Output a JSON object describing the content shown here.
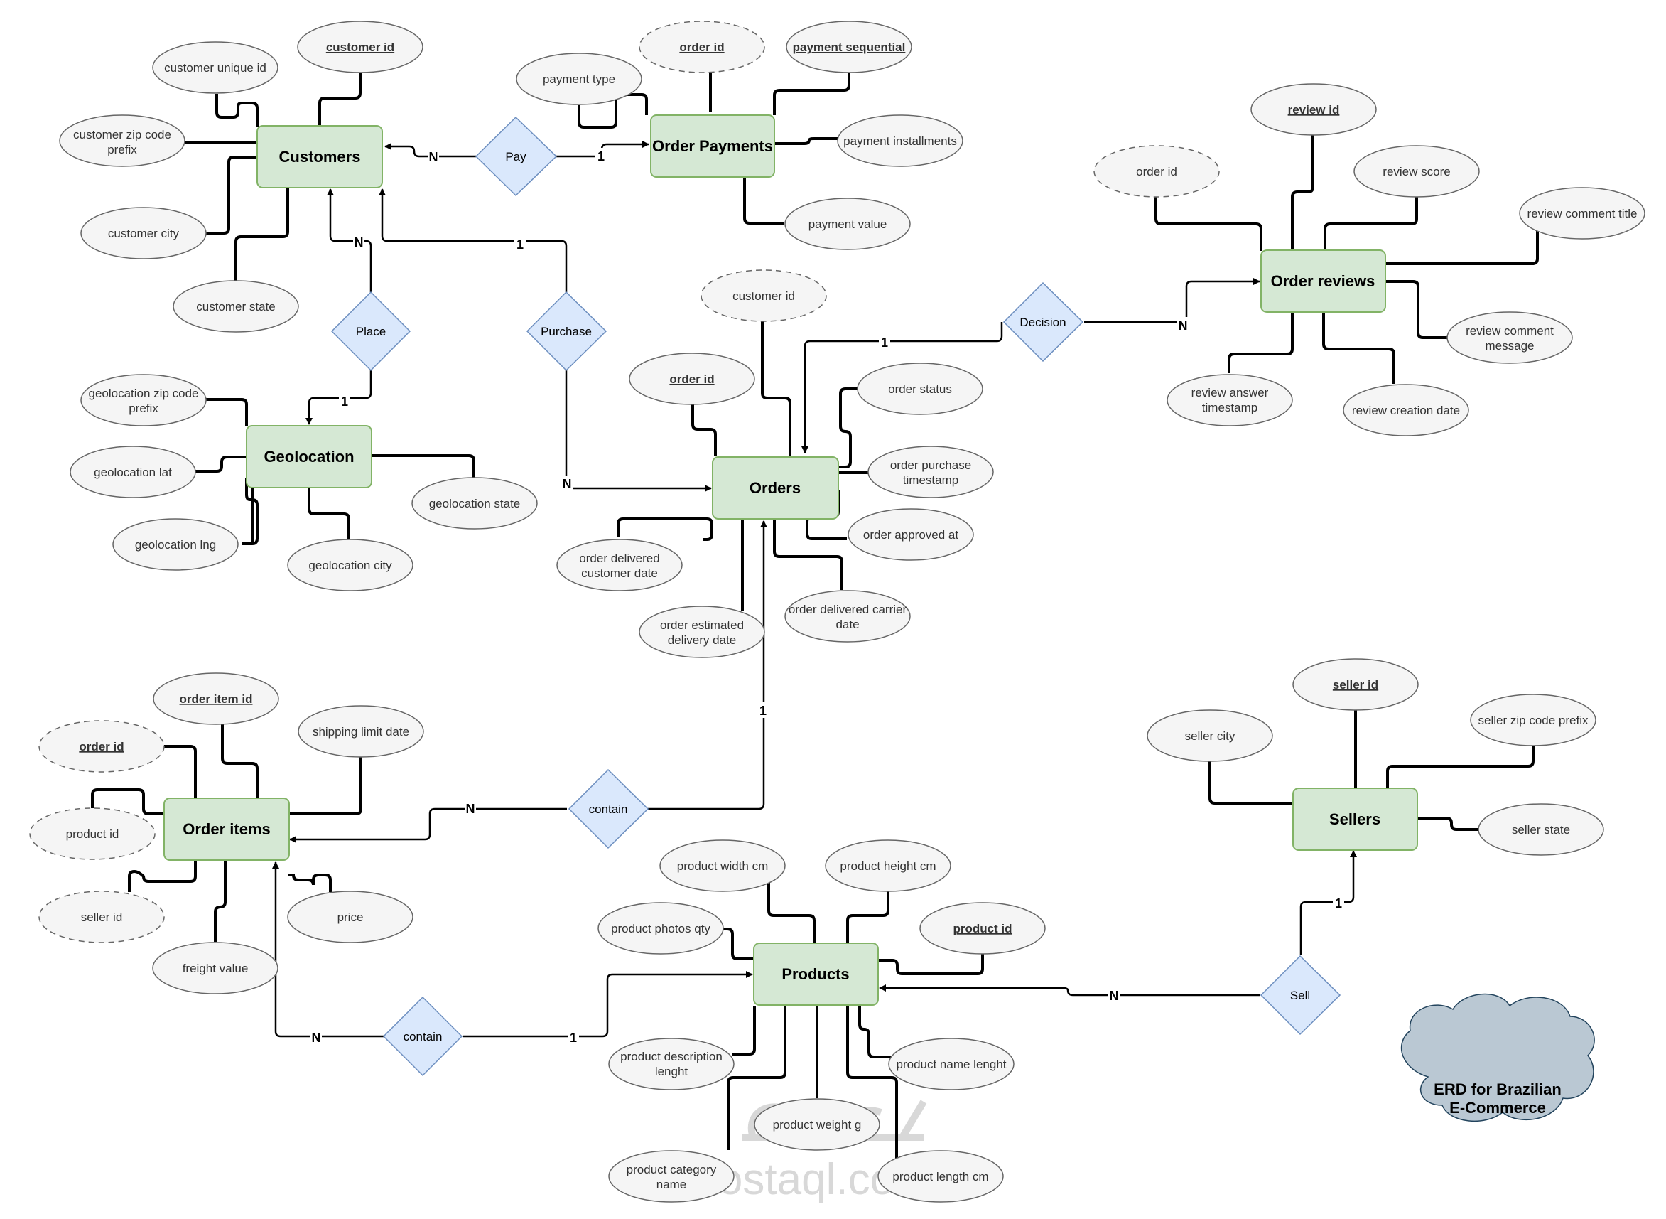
{
  "entities": {
    "customers": "Customers",
    "order_payments": "Order Payments",
    "order_reviews": "Order reviews",
    "geolocation": "Geolocation",
    "orders": "Orders",
    "order_items": "Order items",
    "sellers": "Sellers",
    "products": "Products"
  },
  "relationships": {
    "pay": "Pay",
    "place": "Place",
    "purchase": "Purchase",
    "decision": "Decision",
    "contain_orders": "contain",
    "contain_products": "contain",
    "sell": "Sell"
  },
  "attributes": {
    "customer_id": "customer id",
    "customer_unique_id": "customer unique id",
    "customer_zip_code_prefix": [
      "customer zip code",
      "prefix"
    ],
    "customer_city": "customer city",
    "customer_state": "customer state",
    "pay_order_id": "order id",
    "payment_sequential": "payment sequential",
    "payment_type": "payment type",
    "payment_installments": "payment installments",
    "payment_value": "payment value",
    "review_id": "review id",
    "review_order_id": "order id",
    "review_score": "review score",
    "review_comment_title": "review comment title",
    "review_comment_message": [
      "review comment",
      "message"
    ],
    "review_answer_timestamp": [
      "review answer",
      "timestamp"
    ],
    "review_creation_date": "review creation date",
    "geolocation_zip_code_prefix": [
      "geolocation zip code",
      "prefix"
    ],
    "geolocation_lat": "geolocation lat",
    "geolocation_lng": "geolocation lng",
    "geolocation_city": "geolocation city",
    "geolocation_state": "geolocation state",
    "orders_customer_id": "customer id",
    "order_id": "order id",
    "order_status": "order status",
    "order_purchase_timestamp": [
      "order purchase",
      "timestamp"
    ],
    "order_approved_at": "order approved at",
    "order_delivered_carrier_date": [
      "order delivered carrier",
      "date"
    ],
    "order_estimated_delivery_date": [
      "order estimated",
      "delivery date"
    ],
    "order_delivered_customer_date": [
      "order delivered",
      "customer date"
    ],
    "order_item_id": "order item id",
    "items_order_id": "order id",
    "shipping_limit_date": "shipping limit date",
    "items_product_id": "product id",
    "items_seller_id": "seller id",
    "price": "price",
    "freight_value": "freight value",
    "seller_id": "seller id",
    "seller_city": "seller city",
    "seller_zip_code_prefix": "seller zip code prefix",
    "seller_state": "seller state",
    "product_width_cm": "product width cm",
    "product_height_cm": "product height cm",
    "product_id": "product id",
    "product_photos_qty": "product photos qty",
    "product_description_lenght": [
      "product description",
      "lenght"
    ],
    "product_name_lenght": "product name lenght",
    "product_weight_g": "product weight g",
    "product_category_name": [
      "product category",
      "name"
    ],
    "product_length_cm": "product length cm"
  },
  "cardinalities": {
    "pay_customers": "N",
    "pay_payments": "1",
    "place_customers": "N",
    "place_geolocation": "1",
    "purchase_customers": "1",
    "purchase_orders": "N",
    "decision_orders": "1",
    "decision_reviews": "N",
    "contain_orders": "1",
    "contain_items": "N",
    "contain_items_products": "N",
    "contain_products": "1",
    "sell_products": "N",
    "sell_sellers": "1"
  },
  "cloud_title": [
    "ERD for Brazilian",
    "E-Commerce"
  ],
  "watermark": {
    "text": "mostaql.com"
  },
  "colors": {
    "entity_fill": "#d5e8d4",
    "entity_stroke": "#82b366",
    "attribute_fill": "#f5f5f5",
    "relationship_fill": "#dae8fc",
    "relationship_stroke": "#6c8ebf",
    "cloud_fill": "#bac8d3"
  }
}
